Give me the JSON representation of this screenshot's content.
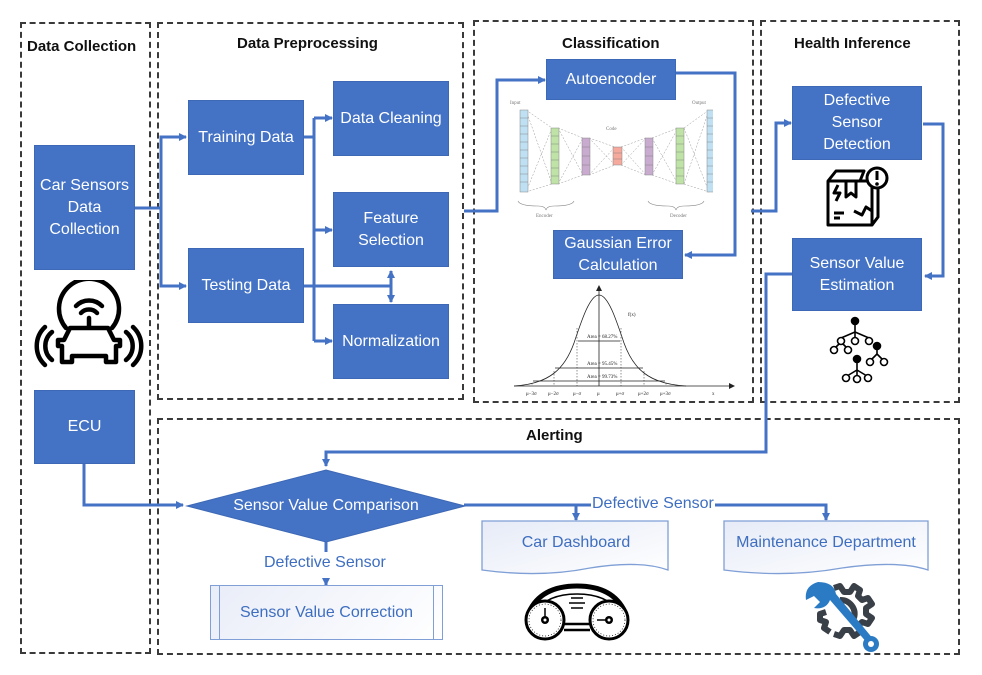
{
  "sections": {
    "data_collection": "Data Collection",
    "data_preprocessing": "Data Preprocessing",
    "classification": "Classification",
    "health_inference": "Health Inference",
    "alerting": "Alerting"
  },
  "data_collection": {
    "car_sensors": "Car Sensors Data Collection",
    "ecu": "ECU",
    "icon": "connected-car-icon"
  },
  "preprocessing": {
    "training": "Training Data",
    "testing": "Testing Data",
    "cleaning": "Data Cleaning",
    "feature_selection": "Feature Selection",
    "normalization": "Normalization"
  },
  "classification": {
    "autoencoder": "Autoencoder",
    "gaussian": "Gaussian Error Calculation",
    "autoencoder_figure": {
      "input_label": "Input",
      "output_label": "Output",
      "code_label": "Code",
      "encoder_label": "Encoder",
      "decoder_label": "Decoder"
    },
    "gaussian_figure": {
      "fx_label": "f(x)",
      "areas": [
        "Area = 68.27%",
        "Area = 95.45%",
        "Area = 99.73%"
      ],
      "ticks": [
        "μ−3σ",
        "μ−2σ",
        "μ−σ",
        "μ",
        "μ+σ",
        "μ+2σ",
        "μ+3σ",
        "x"
      ]
    }
  },
  "health": {
    "defective_detection": "Defective Sensor Detection",
    "value_estimation": "Sensor Value Estimation",
    "detection_icon": "damaged-package-alert-icon",
    "estimation_icon": "decision-tree-icon"
  },
  "alerting": {
    "comparison": "Sensor Value Comparison",
    "defective_label_down": "Defective Sensor",
    "defective_label_right": "Defective Sensor",
    "correction": "Sensor Value Correction",
    "dashboard": "Car Dashboard",
    "maintenance": "Maintenance Department",
    "dashboard_icon": "speedometer-cluster-icon",
    "maintenance_icon": "wrench-gear-icon"
  },
  "colors": {
    "box_fill": "#4472c4",
    "connector": "#4472c4",
    "label_text": "#3e6ec0",
    "dash_border": "#3a3a3a",
    "wrench_blue": "#2b7bc4",
    "gear_gray": "#3a4048"
  }
}
